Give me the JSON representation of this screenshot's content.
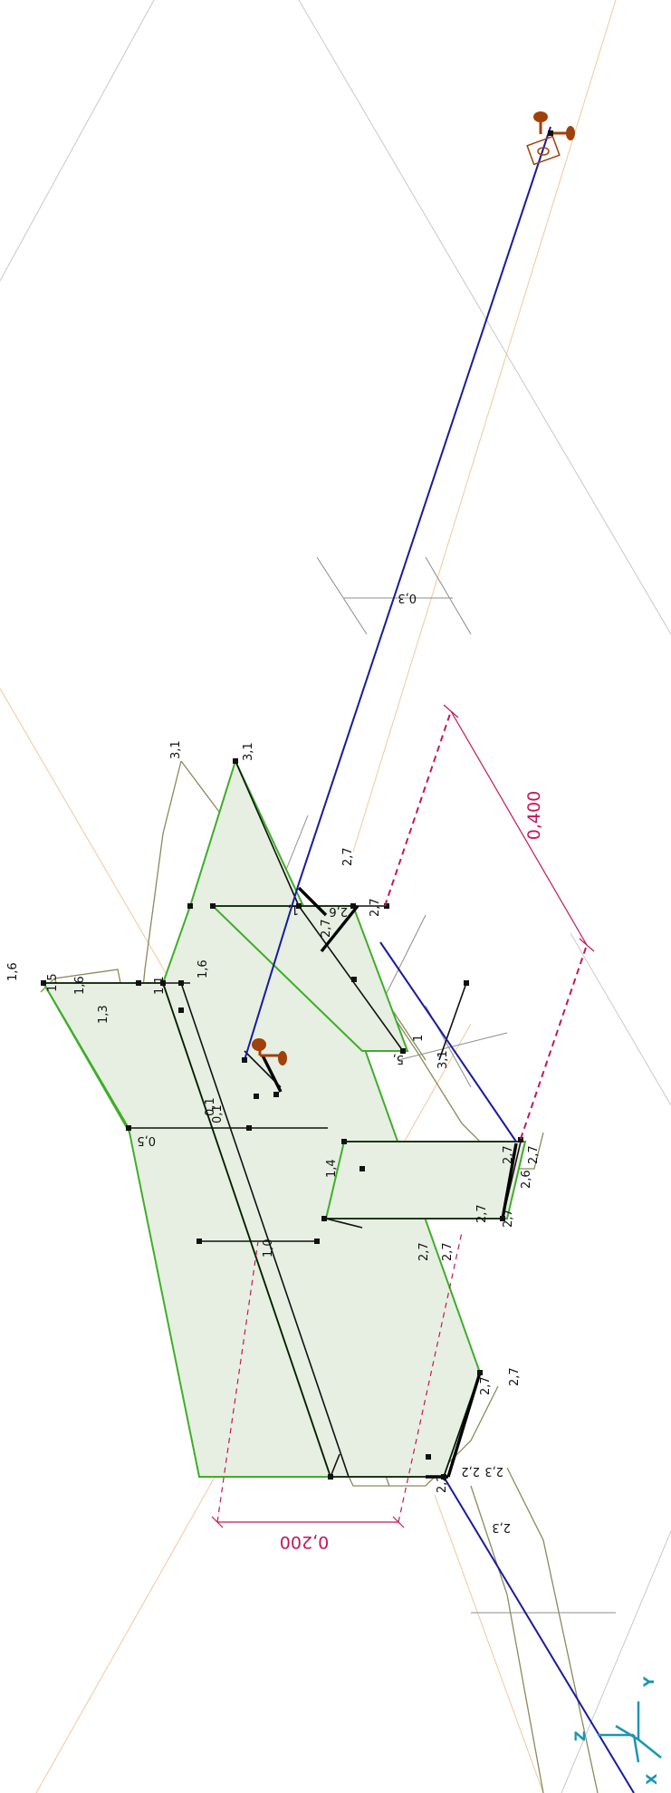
{
  "colors": {
    "background": "#ffffff",
    "guide_grey": "#c8c8c8",
    "guide_orange": "#f3c79a",
    "deformed_olive": "#8a8a5c",
    "panel_fill": "#e6efe1",
    "panel_edge": "#3fae2a",
    "member_black": "#111111",
    "beam_blue": "#1a1aa0",
    "dimension_magenta": "#c2185b",
    "support_brown": "#a0400a",
    "axis_teal": "#1b96b0"
  },
  "dimensions": {
    "dim_0_400": "0,400",
    "dim_0_200": "0,200"
  },
  "node_labels": [
    "3,1",
    "3,1",
    "1,6",
    "1,6",
    "1,5",
    "1,3",
    "1,1",
    "1,6",
    "0,5",
    "0,1",
    "1,0",
    "1,4",
    "1",
    "5,",
    "3,1",
    "2,7",
    "2,6",
    "2,7",
    "2,7",
    "2,6",
    "2,7",
    "2,7",
    "2,7",
    "2,7",
    "2,7",
    "2,7",
    "2,7",
    "2,7",
    "2,2",
    "2,2",
    "2,3",
    "2,3",
    "0,1",
    "0,3",
    "1,"
  ],
  "axes": {
    "x_label": "X",
    "y_label": "Y",
    "z_label": "Z"
  },
  "icons": {
    "support_top": "fixed-support-icon",
    "support_mid": "fixed-support-icon"
  }
}
